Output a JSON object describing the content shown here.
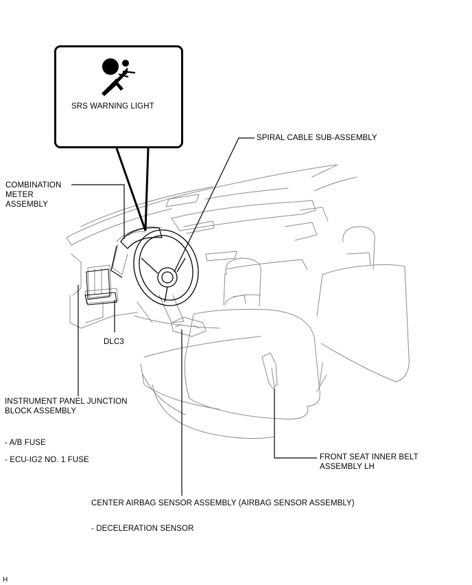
{
  "callout": {
    "icon": "airbag-warning-icon",
    "title": "SRS WARNING LIGHT"
  },
  "labels": {
    "spiral_cable": "SPIRAL CABLE SUB-ASSEMBLY",
    "combination_meter_1": "COMBINATION",
    "combination_meter_2": "METER",
    "combination_meter_3": "ASSEMBLY",
    "dlc3": "DLC3",
    "junction_block_1": "INSTRUMENT PANEL JUNCTION",
    "junction_block_2": "BLOCK ASSEMBLY",
    "fuse_ab": "- A/B FUSE",
    "fuse_ecu": "- ECU-IG2 NO. 1 FUSE",
    "belt_1": "FRONT SEAT INNER BELT",
    "belt_2": "ASSEMBLY LH",
    "center_sensor": "CENTER AIRBAG SENSOR ASSEMBLY (AIRBAG SENSOR ASSEMBLY)",
    "decel_sensor": "- DECELERATION SENSOR",
    "corner_code": "H"
  },
  "colors": {
    "line": "#000000",
    "drawing": "#8a8a8a",
    "background": "#ffffff"
  }
}
